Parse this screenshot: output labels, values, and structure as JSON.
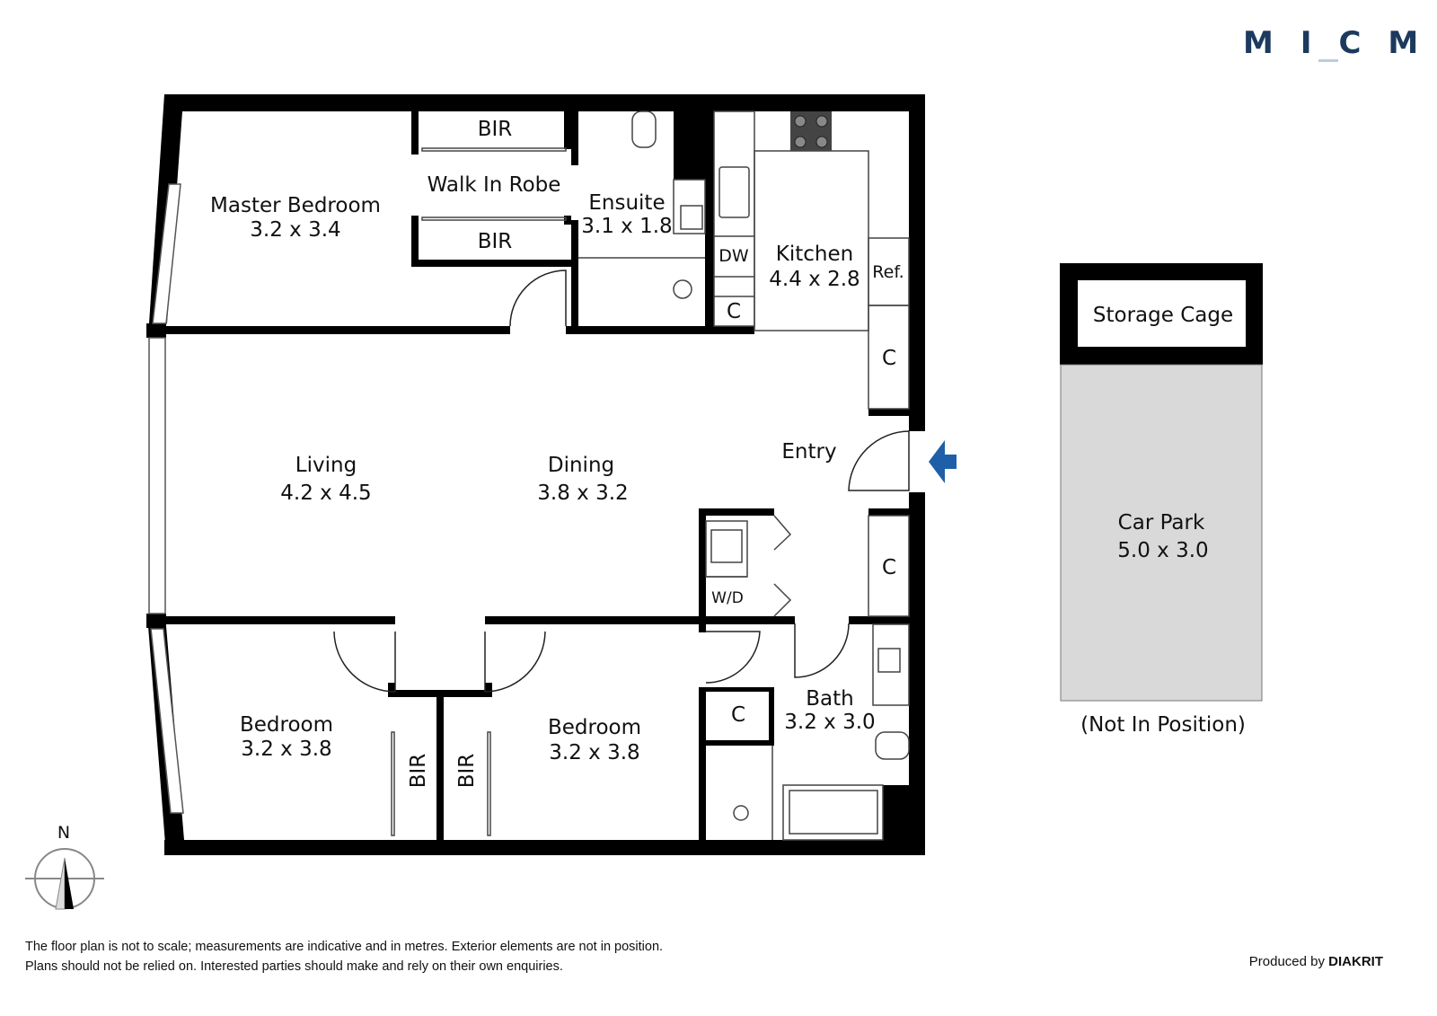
{
  "brand": {
    "logo": "MICM",
    "accent_color": "#1c3a5e"
  },
  "rooms": {
    "master_bedroom": {
      "name": "Master Bedroom",
      "size": "3.2 x 3.4"
    },
    "bir_top": "BIR",
    "walk_in_robe": "Walk In Robe",
    "bir_mid": "BIR",
    "ensuite": {
      "name": "Ensuite",
      "size": "3.1 x 1.8"
    },
    "kitchen": {
      "name": "Kitchen",
      "size": "4.4 x 2.8"
    },
    "dw": "DW",
    "kitchen_c": "C",
    "ref": "Ref.",
    "entry_c_top": "C",
    "entry": "Entry",
    "living": {
      "name": "Living",
      "size": "4.2 x 4.5"
    },
    "dining": {
      "name": "Dining",
      "size": "3.8 x 3.2"
    },
    "wd": "W/D",
    "entry_c_bottom": "C",
    "bedroom1": {
      "name": "Bedroom",
      "size": "3.2 x 3.8"
    },
    "bedroom2": {
      "name": "Bedroom",
      "size": "3.2 x 3.8"
    },
    "bir_left": "BIR",
    "bir_right": "BIR",
    "bath_c": "C",
    "bath": {
      "name": "Bath",
      "size": "3.2 x 3.0"
    },
    "storage_cage": "Storage Cage",
    "car_park": {
      "name": "Car Park",
      "size": "5.0 x 3.0"
    },
    "not_in_position": "(Not In Position)"
  },
  "compass": {
    "north_label": "N"
  },
  "entry_arrow_color": "#1f5fa8",
  "footer": {
    "disclaimer_line1": "The floor plan is not to scale; measurements are indicative and in metres. Exterior elements are not in position.",
    "disclaimer_line2": "Plans should not be relied on. Interested parties should make and rely on their own enquiries.",
    "produced_by": "Produced by",
    "producer": "DIAKRIT"
  }
}
